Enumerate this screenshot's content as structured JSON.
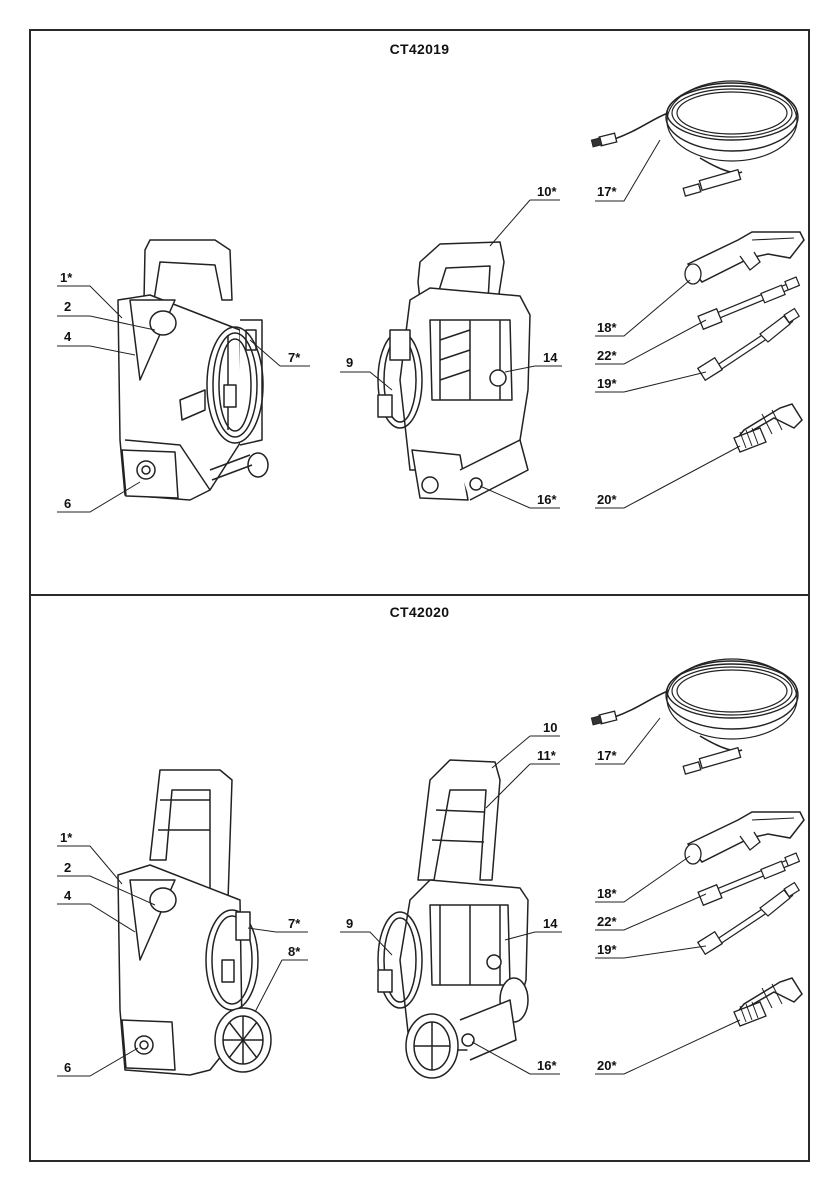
{
  "models": [
    {
      "title": "CT42019",
      "left_labels": [
        "1*",
        "2",
        "4",
        "6",
        "7*"
      ],
      "middle_labels": [
        "10*",
        "9",
        "14",
        "16*"
      ],
      "accessory_labels": [
        "17*",
        "18*",
        "22*",
        "19*",
        "20*"
      ]
    },
    {
      "title": "CT42020",
      "left_labels": [
        "1*",
        "2",
        "4",
        "6",
        "7*",
        "8*"
      ],
      "middle_labels": [
        "10",
        "11*",
        "9",
        "14",
        "16*"
      ],
      "accessory_labels": [
        "17*",
        "18*",
        "22*",
        "19*",
        "20*"
      ]
    }
  ]
}
